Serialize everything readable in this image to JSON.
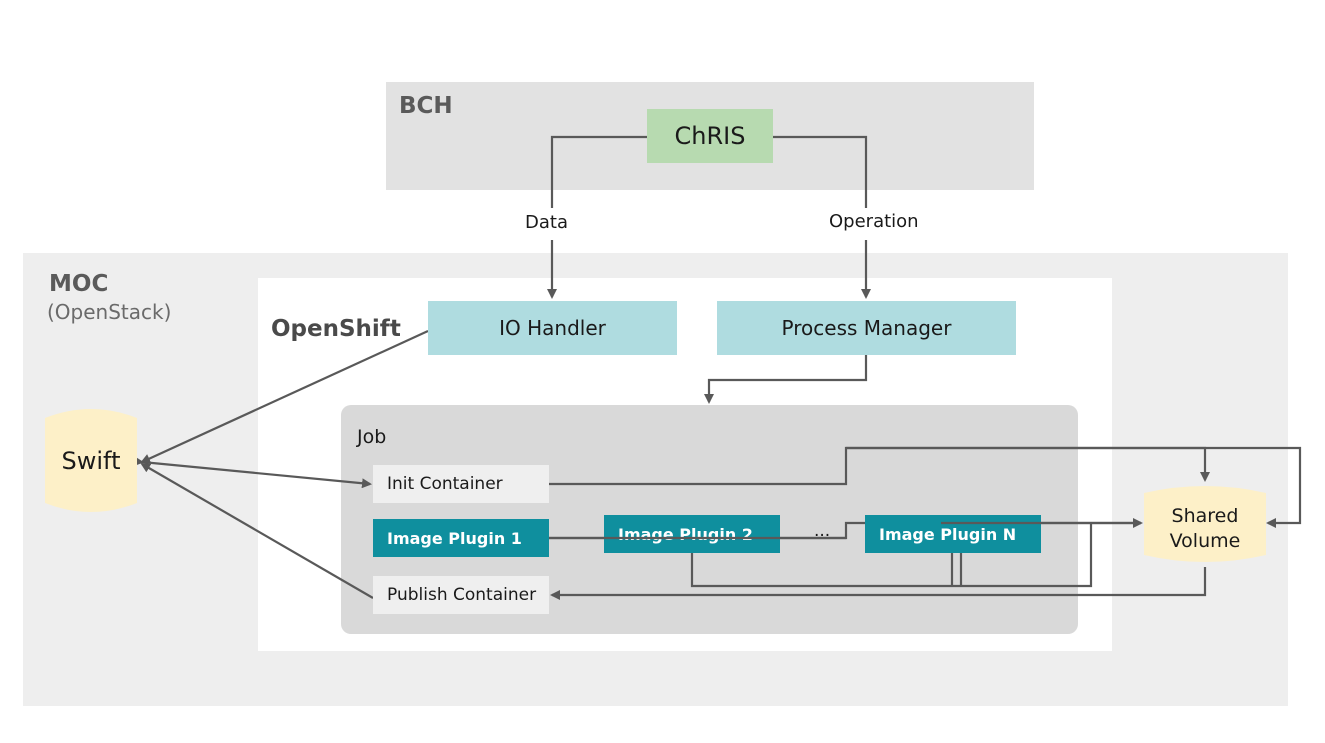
{
  "regions": {
    "bch": "BCH",
    "moc": "MOC",
    "moc_sub": "(OpenStack)",
    "openshift": "OpenShift",
    "job": "Job"
  },
  "nodes": {
    "chris": "ChRIS",
    "io_handler": "IO Handler",
    "process_manager": "Process Manager",
    "swift": "Swift",
    "init_container": "Init Container",
    "image_plugin_1": "Image Plugin 1",
    "image_plugin_2": "Image Plugin 2",
    "ellipsis": "...",
    "image_plugin_n": "Image Plugin N",
    "publish_container": "Publish Container",
    "shared_volume_line1": "Shared",
    "shared_volume_line2": "Volume"
  },
  "edges": {
    "data": "Data",
    "operation": "Operation"
  },
  "colors": {
    "region_bch": "#e2e2e2",
    "region_moc": "#eeeeee",
    "job": "#d9d9d9",
    "chris": "#b7dab0",
    "service": "#afdce0",
    "plugin": "#0f8f9e",
    "storage": "#fdf0c8",
    "arrow": "#595959"
  }
}
